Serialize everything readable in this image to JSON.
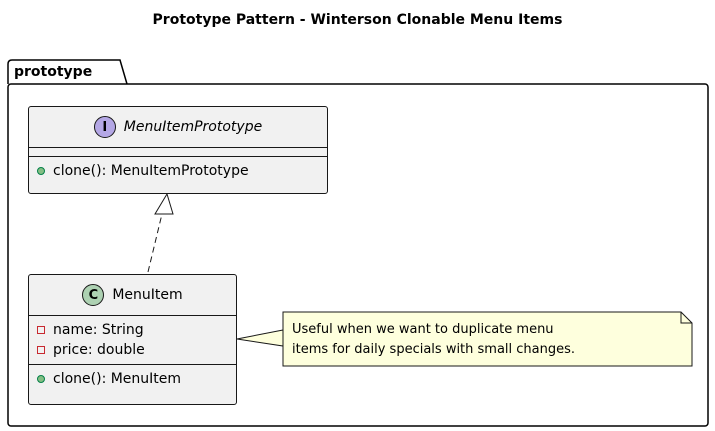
{
  "title": "Prototype Pattern - Winterson Clonable Menu Items",
  "package": {
    "name": "prototype"
  },
  "interface": {
    "stereotype": "I",
    "name": "MenuItemPrototype",
    "methods": [
      {
        "visibility": "public",
        "text": "clone(): MenuItemPrototype"
      }
    ]
  },
  "class": {
    "stereotype": "C",
    "name": "MenuItem",
    "fields": [
      {
        "visibility": "private",
        "text": "name: String"
      },
      {
        "visibility": "private",
        "text": "price: double"
      }
    ],
    "methods": [
      {
        "visibility": "public",
        "text": "clone(): MenuItem"
      }
    ]
  },
  "note": {
    "lines": [
      "Useful when we want to duplicate menu",
      "items for daily specials with small changes."
    ]
  },
  "colors": {
    "class_fill": "#f1f1f1",
    "interface_badge": "#b4a7e5",
    "class_badge": "#add1b2",
    "note_fill": "#feffdd"
  }
}
